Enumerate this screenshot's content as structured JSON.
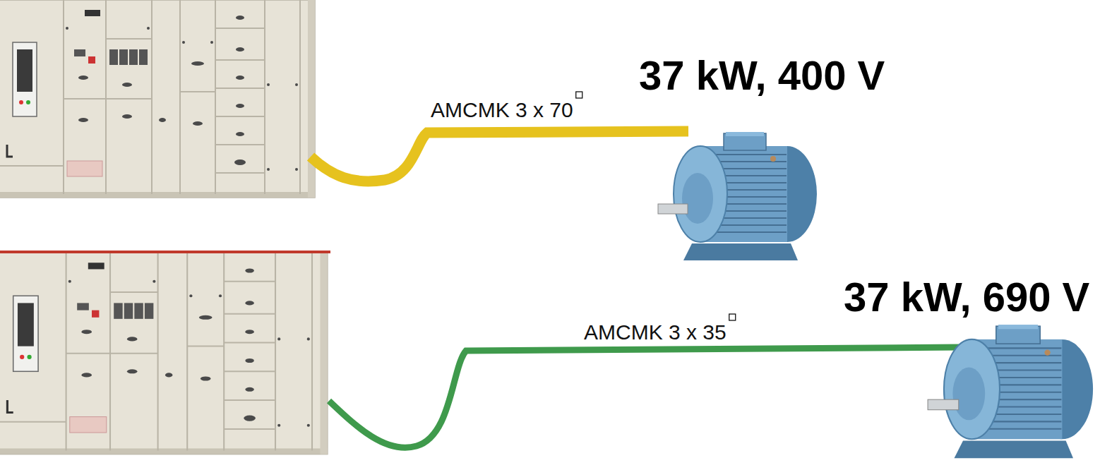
{
  "diagram": {
    "labels": [
      "37 kW, 400 V",
      "AMCMK 3 x 70",
      "37 kW, 690 V",
      "AMCMK 3 x 35"
    ]
  }
}
